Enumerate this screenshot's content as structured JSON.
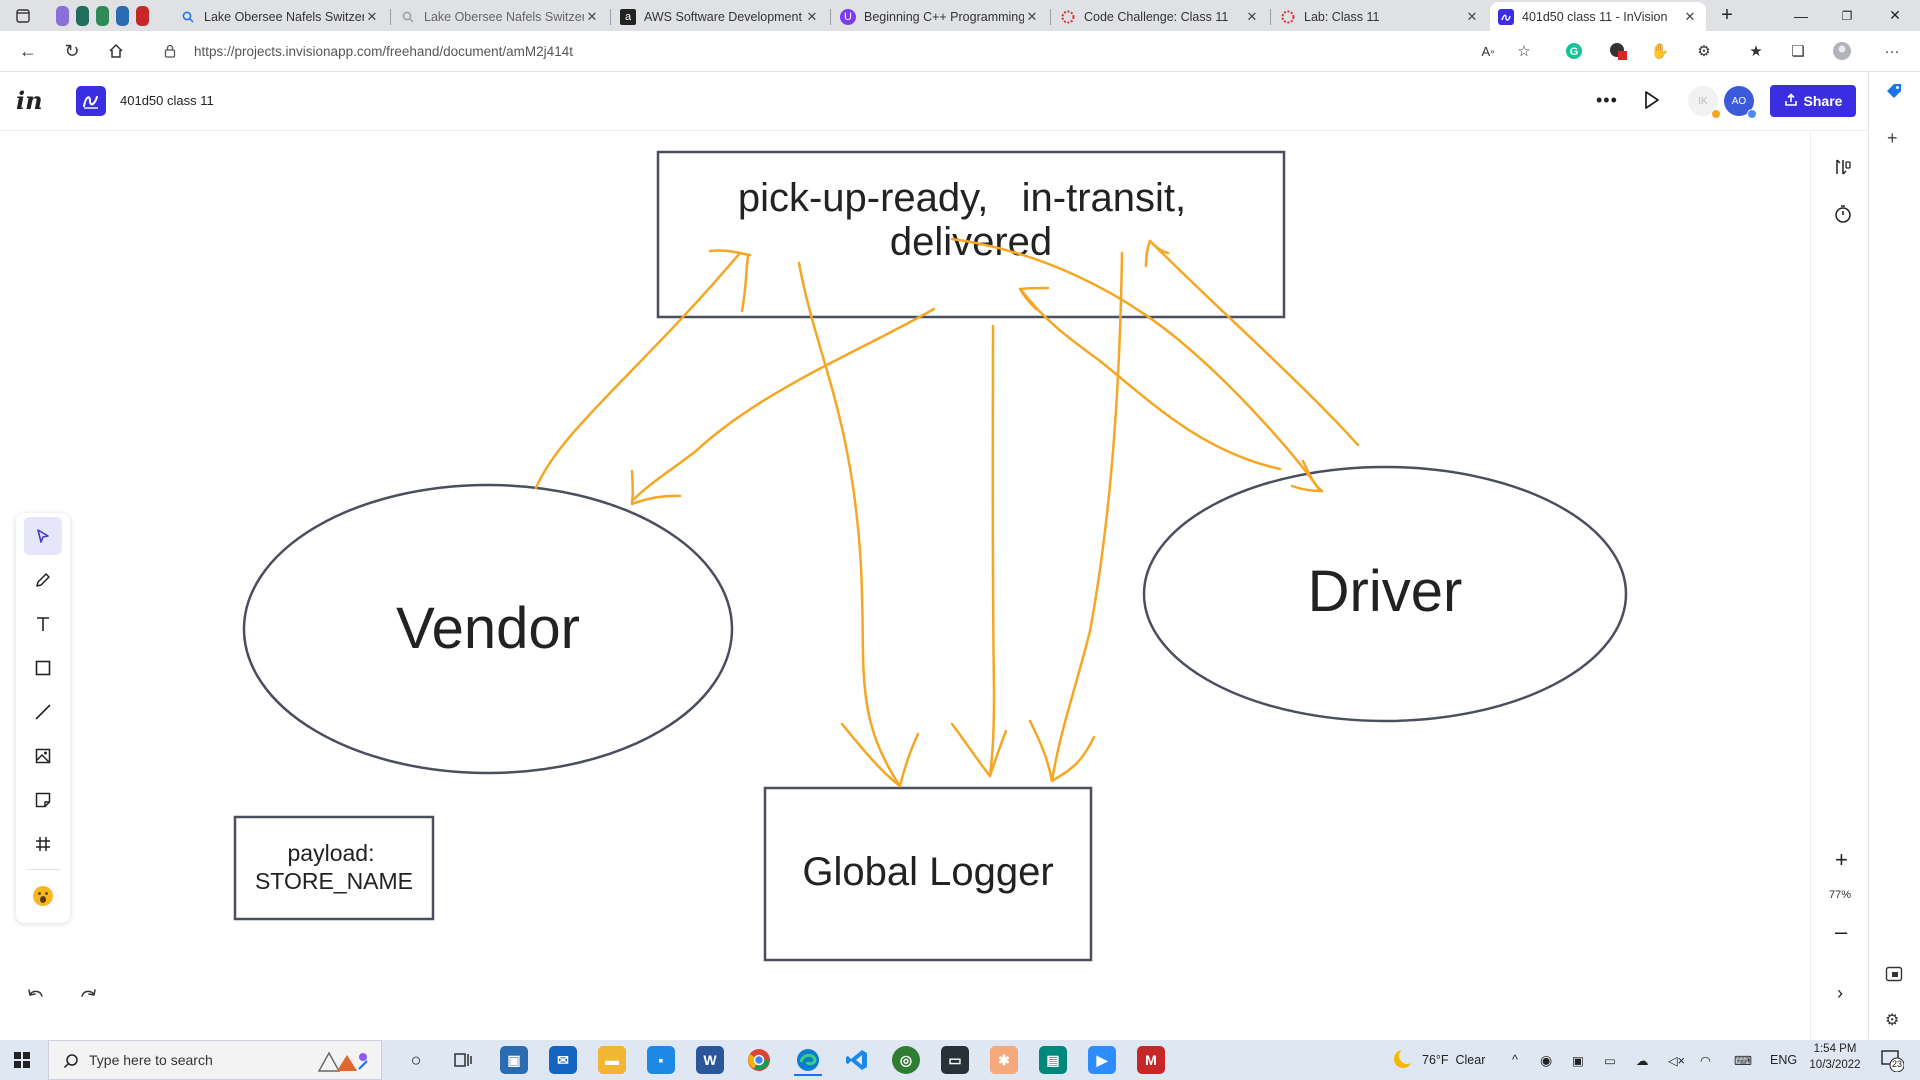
{
  "browser": {
    "tabs": [
      {
        "title": "Lake Obersee Nafels Switzerl",
        "icon": "search-icon"
      },
      {
        "title": "Lake Obersee Nafels Switzerl",
        "icon": "search-icon"
      },
      {
        "title": "AWS Software Development",
        "icon": "amazon-icon"
      },
      {
        "title": "Beginning C++ Programming",
        "icon": "udemy-icon"
      },
      {
        "title": "Code Challenge: Class 11",
        "icon": "canvas-icon"
      },
      {
        "title": "Lab: Class 11",
        "icon": "canvas-icon"
      },
      {
        "title": "401d50 class 11 - InVision",
        "icon": "invision-icon"
      }
    ],
    "url": "https://projects.invisionapp.com/freehand/document/amM2j414t"
  },
  "app": {
    "logo": "in",
    "doc_title": "401d50 class 11",
    "share_label": "Share",
    "avatars": [
      "IK",
      "AO"
    ]
  },
  "canvas": {
    "states_box": {
      "line1": "pick-up-ready,   in-transit,",
      "line2": "delivered"
    },
    "vendor": "Vendor",
    "driver": "Driver",
    "logger": "Global Logger",
    "payload": {
      "line1": "payload:",
      "line2": "STORE_NAME"
    },
    "stroke_color": "#f5a623",
    "shape_color": "#4a4f5e"
  },
  "right_panel": {
    "zoom": "77%",
    "zoom_in": "+",
    "zoom_out": "–"
  },
  "taskbar": {
    "search_placeholder": "Type here to search",
    "weather": "76°F  Clear",
    "language": "ENG",
    "time": "1:54 PM",
    "date": "10/3/2022",
    "notifications": "23"
  }
}
